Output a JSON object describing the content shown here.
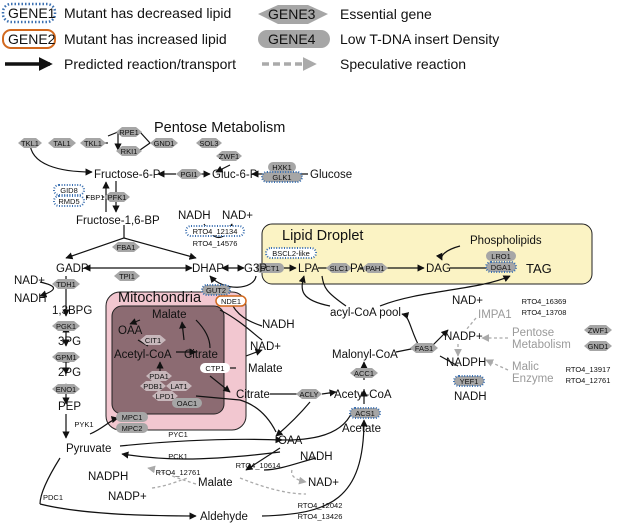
{
  "legend": {
    "gene1": "GENE1",
    "gene1_desc": "Mutant has decreased lipid",
    "gene2": "GENE2",
    "gene2_desc": "Mutant has increased lipid",
    "gene3": "GENE3",
    "gene3_desc": "Essential gene",
    "gene4": "GENE4",
    "gene4_desc": "Low T-DNA insert Density",
    "arrow_solid_desc": "Predicted reaction/transport",
    "arrow_dashed_desc": "Speculative reaction"
  },
  "compartments": {
    "pentose": "Pentose Metabolism",
    "lipid_droplet": "Lipid Droplet",
    "mitochondria": "Mitochondria"
  },
  "metabolites": {
    "fructose6p": "Fructose-6-P",
    "gluc6p": "Gluc-6-P",
    "glucose": "Glucose",
    "fructose16bp": "Fructose-1,6-BP",
    "nadh_top": "NADH",
    "nadplus_top": "NAD+",
    "gadp": "GADP",
    "dhap": "DHAP",
    "g3p": "G3P",
    "lpa": "LPA",
    "pa": "PA",
    "dag": "DAG",
    "tag": "TAG",
    "phospholipids": "Phospholipids",
    "nadplus_left": "NAD+",
    "nadh_left": "NADH",
    "bpg": "1,3BPG",
    "pg3": "3PG",
    "pg2": "2PG",
    "pep": "PEP",
    "pyruvate": "Pyruvate",
    "malate_mito": "Malate",
    "oaa_mito": "OAA",
    "acetylcoa_mito": "Acetyl-CoA",
    "citrate_mito": "Citrate",
    "nadh_mid": "NADH",
    "nadplus_mid": "NAD+",
    "malate_mid": "Malate",
    "citrate_mid": "Citrate",
    "acylcoa": "acyl-CoA pool",
    "malonylcoa": "Malonyl-CoA",
    "acetylcoa": "Acetyl-CoA",
    "acetate": "Acetate",
    "oaa": "OAA",
    "nadh_low": "NADH",
    "nadplus_low": "NAD+",
    "malate_low": "Malate",
    "nadph_low": "NADPH",
    "nadpplus_low": "NADP+",
    "aldehyde": "Aldehyde",
    "nadplus_right": "NAD+",
    "nadpplus_right": "NADP+",
    "nadph_right": "NADPH",
    "nadh_right": "NADH",
    "impa1": "IMPA1",
    "pentose_metab": "Pentose Metabolism",
    "malic_enzyme": "Malic Enzyme"
  },
  "genes": {
    "tkl1_a": "TKL1",
    "tal1": "TAL1",
    "tkl1_b": "TKL1",
    "rpe1": "RPE1",
    "rki1": "RKI1",
    "gnd1": "GND1",
    "sol3": "SOL3",
    "zwf1": "ZWF1",
    "pgi1": "PGI1",
    "hxk1": "HXK1",
    "glk1": "GLK1",
    "gid8": "GID8",
    "rmd5": "RMD5",
    "fbp1": "FBP1",
    "pfk1": "PFK1",
    "fba1": "FBA1",
    "tpi1": "TPI1",
    "tdh1": "TDH1",
    "pgk1": "PGK1",
    "gpm1": "GPM1",
    "eno1": "ENO1",
    "pyk1": "PYK1",
    "rto4_12134": "RTO4_12134",
    "rto4_14576": "RTO4_14576",
    "gut2": "GUT2",
    "nde1": "NDE1",
    "sct1": "SCT1",
    "slc1": "SLC1",
    "pah1": "PAH1",
    "bscl2": "BSCL2-like",
    "lro1": "LRO1",
    "dga1": "DGA1",
    "cit1": "CIT1",
    "pda1": "PDA1",
    "pdb1": "PDB1",
    "lat1": "LAT1",
    "lpd1": "LPD1",
    "ctp1": "CTP1",
    "oac1": "OAC1",
    "mpc1": "MPC1",
    "mpc2": "MPC2",
    "acly": "ACLY",
    "acc1": "ACC1",
    "acs1": "ACS1",
    "fas1": "FAS1",
    "yef1": "YEF1",
    "zwf1_r": "ZWF1",
    "gnd1_r": "GND1",
    "pyc1": "PYC1",
    "pck1": "PCK1",
    "rto4_10614": "RTO4_10614",
    "rto4_12761": "RTO4_12761",
    "pdc1": "PDC1",
    "rto4_12042": "RTO4_12042",
    "rto4_13426": "RTO4_13426",
    "rto4_16369": "RTO4_16369",
    "rto4_13708": "RTO4_13708",
    "rto4_13917": "RTO4_13917",
    "rto4_12761b": "RTO4_12761"
  },
  "colors": {
    "decreased_border": "#3a6fb0",
    "increased_border": "#d2691e",
    "gene_fill": "#a6a6a6",
    "mito_outer": "#f2c7d0",
    "mito_inner": "#8c6b72",
    "droplet": "#fbf3c4",
    "speculative": "#b0b0b0"
  }
}
